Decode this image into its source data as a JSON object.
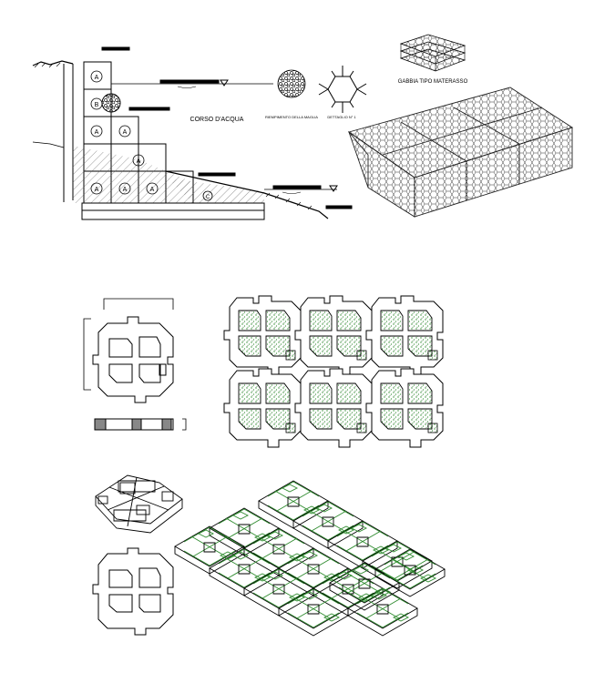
{
  "section": {
    "blocks_col1": [
      "A",
      "B",
      "A"
    ],
    "blocks_col2": [
      "A"
    ],
    "blocks_bottom": [
      "A",
      "A",
      "A"
    ],
    "block_c": "C",
    "river_label": "CORSO D'ACQUA",
    "filling_label": "RIEMPIMENTO DELLA MAGLIA",
    "mesh_label": "DETTAGLIO N° 1",
    "cage_label": "GABBIA TIPO MATERASSO"
  },
  "colors": {
    "line": "#000000",
    "green": "#2e8b2e",
    "mesh": "#333333",
    "hatch": "#555555",
    "grey_band": "#888888"
  },
  "icons": [
    "water-level-triangle",
    "hexagonal-mesh",
    "stone-fill",
    "mattress-cage"
  ]
}
